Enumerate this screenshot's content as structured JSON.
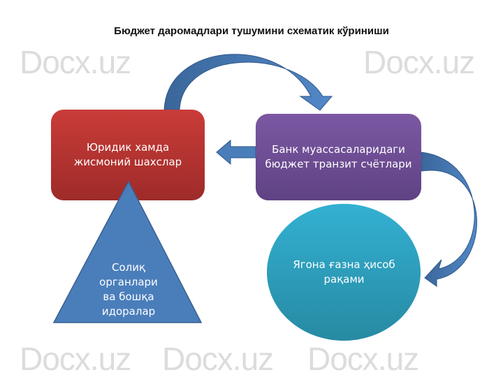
{
  "title": "Бюджет даромадлари тушумини схематик кўриниши",
  "watermark": "Docx.uz",
  "nodes": {
    "entities": "Юридик хамда жисмоний шахслар",
    "bank": "Банк муассасаларидаги бюджет транзит счётлари",
    "treasury": "Ягона ғазна ҳисоб рақами",
    "tax": "Солиқ органлари ва бошқа идоралар"
  },
  "colors": {
    "red": "#b83230",
    "purple": "#6f4e96",
    "teal": "#2e9ab8",
    "blue": "#4a7ebb"
  }
}
